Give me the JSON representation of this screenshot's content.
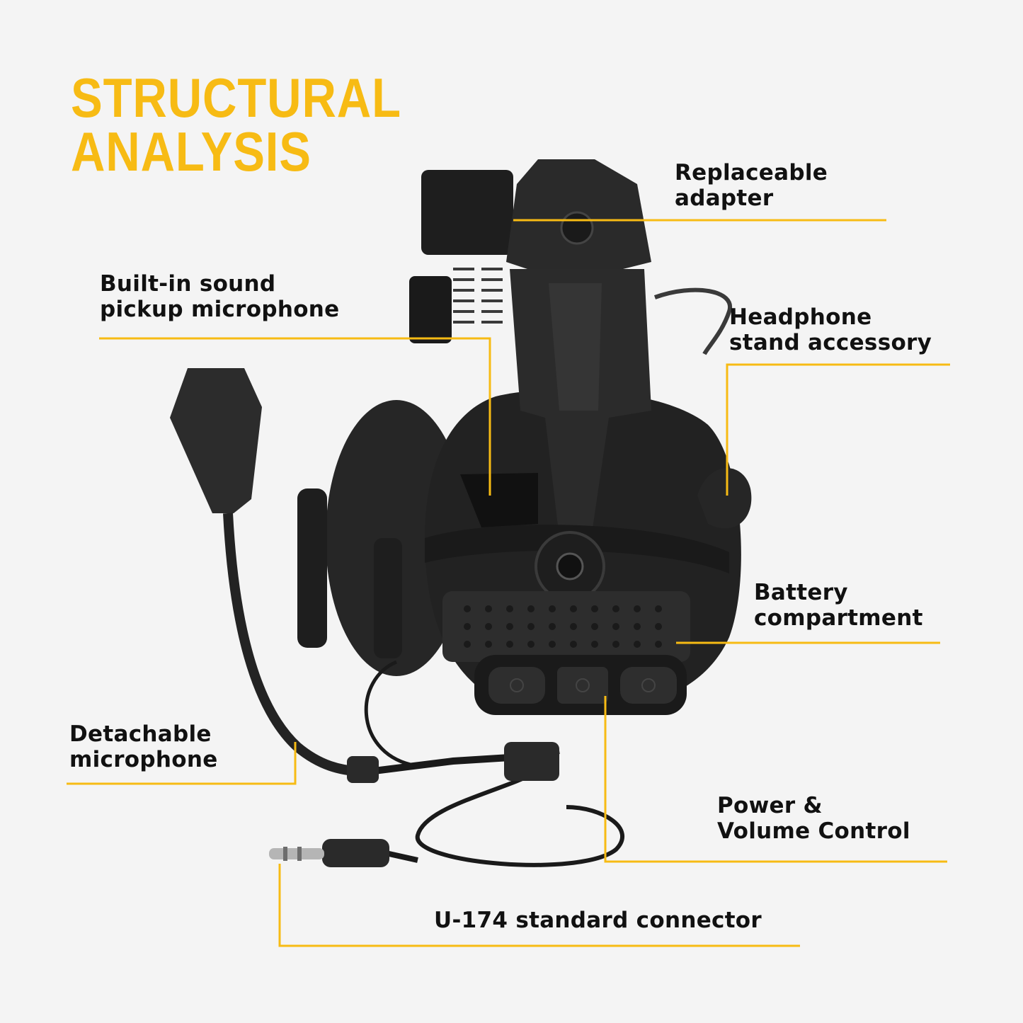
{
  "title": {
    "line1": "STRUCTURAL",
    "line2": "ANALYSIS"
  },
  "callouts": {
    "adapter": {
      "line1": "Replaceable",
      "line2": "adapter"
    },
    "pickup_mic": {
      "line1": "Built-in sound",
      "line2": "pickup microphone"
    },
    "stand": {
      "line1": "Headphone",
      "line2": "stand accessory"
    },
    "battery": {
      "line1": "Battery",
      "line2": "compartment"
    },
    "detach_mic": {
      "line1": "Detachable",
      "line2": "microphone"
    },
    "power": {
      "line1": "Power &",
      "line2": "Volume Control"
    },
    "connector": {
      "line1": "U-174 standard connector"
    }
  },
  "colors": {
    "accent": "#f7bb14",
    "background": "#f4f4f4",
    "text": "#111111",
    "product": "#1c1c1c"
  }
}
